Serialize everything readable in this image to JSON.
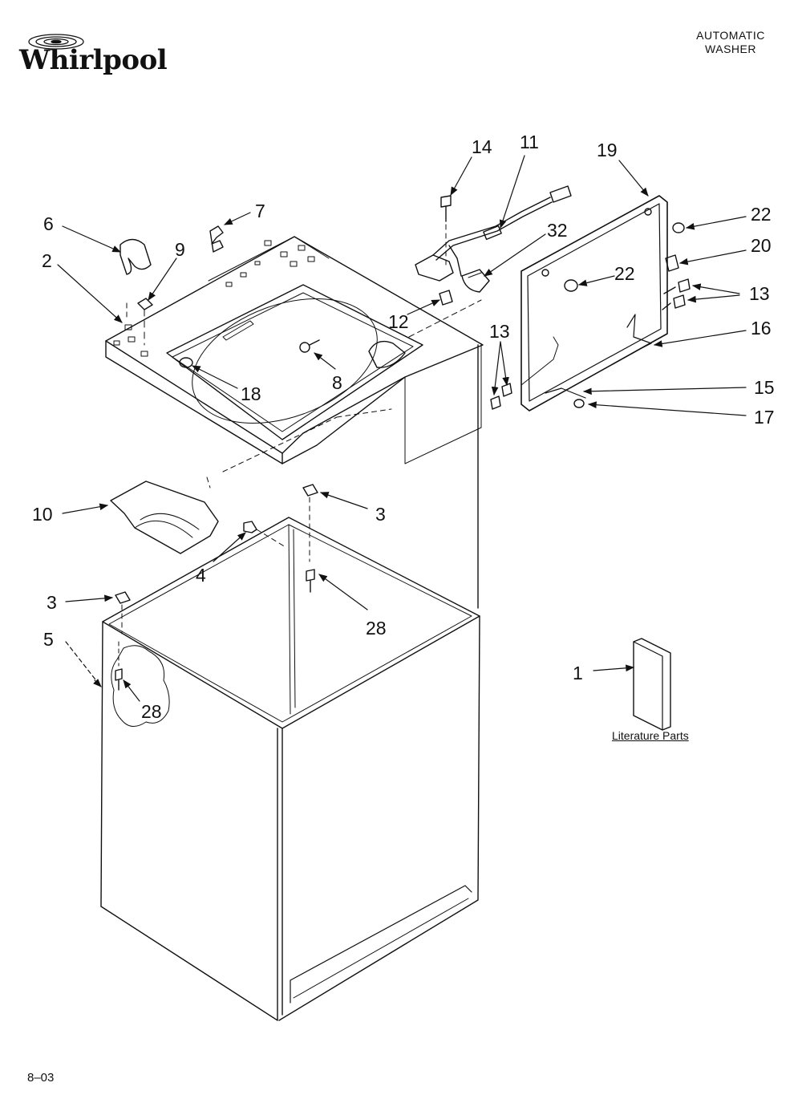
{
  "header": {
    "brand": "Whirlpool",
    "title_line1": "AUTOMATIC",
    "title_line2": "WASHER"
  },
  "callouts": {
    "c14": "14",
    "c11": "11",
    "c19": "19",
    "c22a": "22",
    "c20": "20",
    "c7": "7",
    "c6": "6",
    "c9": "9",
    "c2": "2",
    "c32": "32",
    "c22b": "22",
    "c13a": "13",
    "c16": "16",
    "c12": "12",
    "c13b": "13",
    "c8": "8",
    "c18": "18",
    "c15": "15",
    "c17": "17",
    "c10": "10",
    "c3a": "3",
    "c4": "4",
    "c28a": "28",
    "c3b": "3",
    "c5": "5",
    "c28b": "28",
    "c1": "1"
  },
  "literature_label": "Literature Parts",
  "footer_code": "8–03"
}
